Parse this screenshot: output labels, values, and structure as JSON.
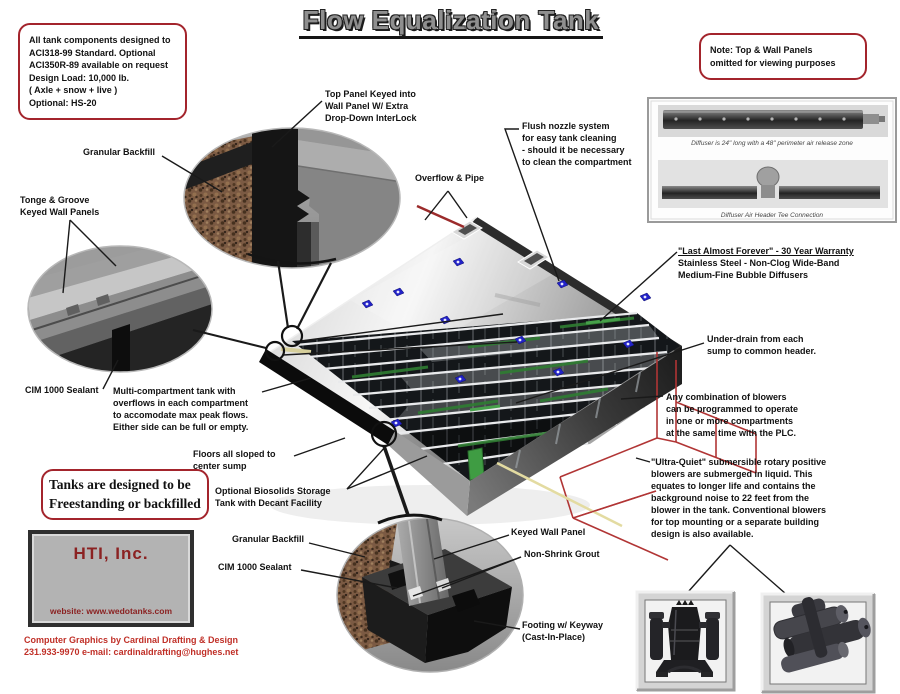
{
  "title": "Flow Equalization Tank",
  "boxes": {
    "aci": "All tank components designed to\nACI318-99 Standard.  Optional\nACI350R-89 available on request\nDesign Load: 10,000 lb.\n( Axle + snow + live )\nOptional: HS-20",
    "viewing_note": "Note: Top & Wall Panels\nomitted for viewing purposes",
    "freestanding": "Tanks are designed to be\nFreestanding or backfilled"
  },
  "labels": {
    "top_panel": "Top Panel Keyed into\nWall Panel W/ Extra\nDrop-Down InterLock",
    "granular_backfill_top": "Granular Backfill",
    "tonge_groove": "Tonge & Groove\nKeyed Wall Panels",
    "cim_sealant_left": "CIM 1000 Sealant",
    "multi_compartment": "Multi-compartment tank with\noverflows in each compartment\nto accomodate max peak flows.\nEither side can be full or empty.",
    "floors_sloped": "Floors all sloped to\ncenter sump",
    "optional_biosolids": "Optional Biosolids Storage\nTank with Decant Facility",
    "overflow_pipe": "Overflow & Pipe",
    "flush_nozzle": "Flush nozzle system\nfor easy tank cleaning\n- should it be necessary\nto clean the compartment",
    "warranty_title": "\"Last Almost Forever\" - 30 Year Warranty",
    "warranty_body": "Stainless Steel - Non-Clog Wide-Band\nMedium-Fine Bubble Diffusers",
    "under_drain": "Under-drain from each\nsump to common header.",
    "any_combination": "Any combination of blowers\ncan be programmed to operate\nin one or more compartments\nat the same time with the PLC.",
    "ultra_quiet": "\"Ultra-Quiet\" submersible rotary positive\nblowers are submerged in liquid.  This\nequates to longer life and contains the\nbackground noise to 22 feet from the\nblower in the tank.  Conventional blowers\nfor top mounting or a separate building\ndesign is also available.",
    "granular_backfill_bottom": "Granular Backfill",
    "cim_sealant_bottom": "CIM 1000 Sealant",
    "keyed_wall_panel": "Keyed Wall Panel",
    "non_shrink_grout": "Non-Shrink Grout",
    "footing_keyway": "Footing w/ Keyway\n(Cast-In-Place)"
  },
  "diffuser_panel": {
    "caption_top": "Diffuser is 24\" long with a 48\" perimeter air release zone",
    "caption_bottom": "Diffuser Air Header Tee Connection"
  },
  "company": {
    "name": "HTI, Inc.",
    "website": "website: www.wedotanks.com"
  },
  "credits": "Computer Graphics by Cardinal Drafting & Design\n231.933-9970  e-mail: cardinaldrafting@hughes.net",
  "colors": {
    "callout_border": "#a3242c",
    "pipe_red": "#b13535",
    "label_text": "#111111",
    "brand_red": "#8b2222",
    "credits_red": "#c03028",
    "diffuser_green": "#2f7d32",
    "nozzle_blue": "#2323c8"
  }
}
